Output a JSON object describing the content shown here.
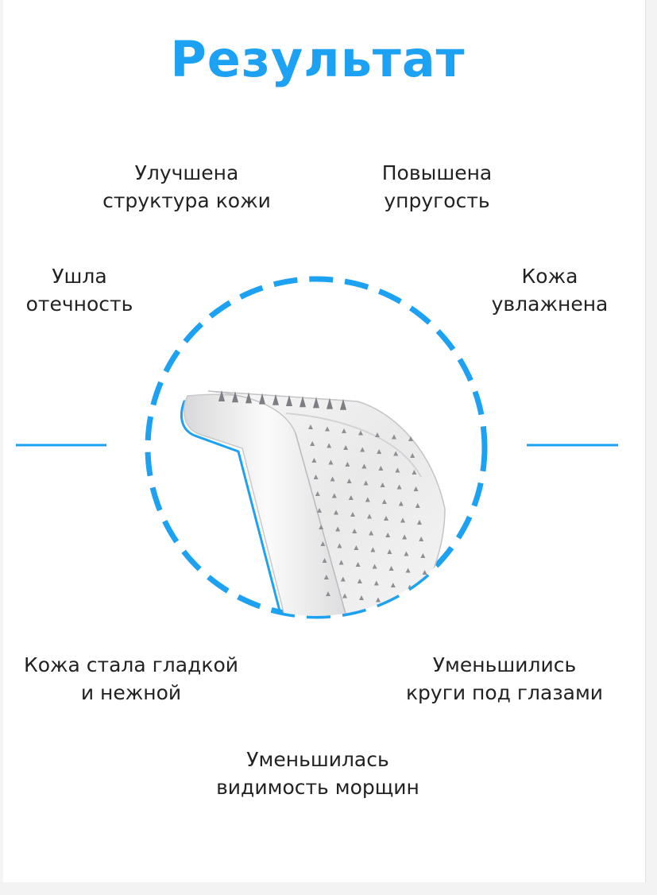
{
  "title": "Результат",
  "colors": {
    "accent": "#1da1f2",
    "text": "#222222"
  },
  "benefits": [
    {
      "line1": "Улучшена",
      "line2": "структура кожи"
    },
    {
      "line1": "Повышена",
      "line2": "упругость"
    },
    {
      "line1": "Ушла",
      "line2": "отечность"
    },
    {
      "line1": "Кожа",
      "line2": "увлажнена"
    },
    {
      "line1": "Кожа стала гладкой",
      "line2": "и нежной"
    },
    {
      "line1": "Уменьшились",
      "line2": "круги под глазами"
    },
    {
      "line1": "Уменьшилась",
      "line2": "видимость морщин"
    }
  ],
  "illustration": {
    "icon": "dermaroller-icon"
  }
}
